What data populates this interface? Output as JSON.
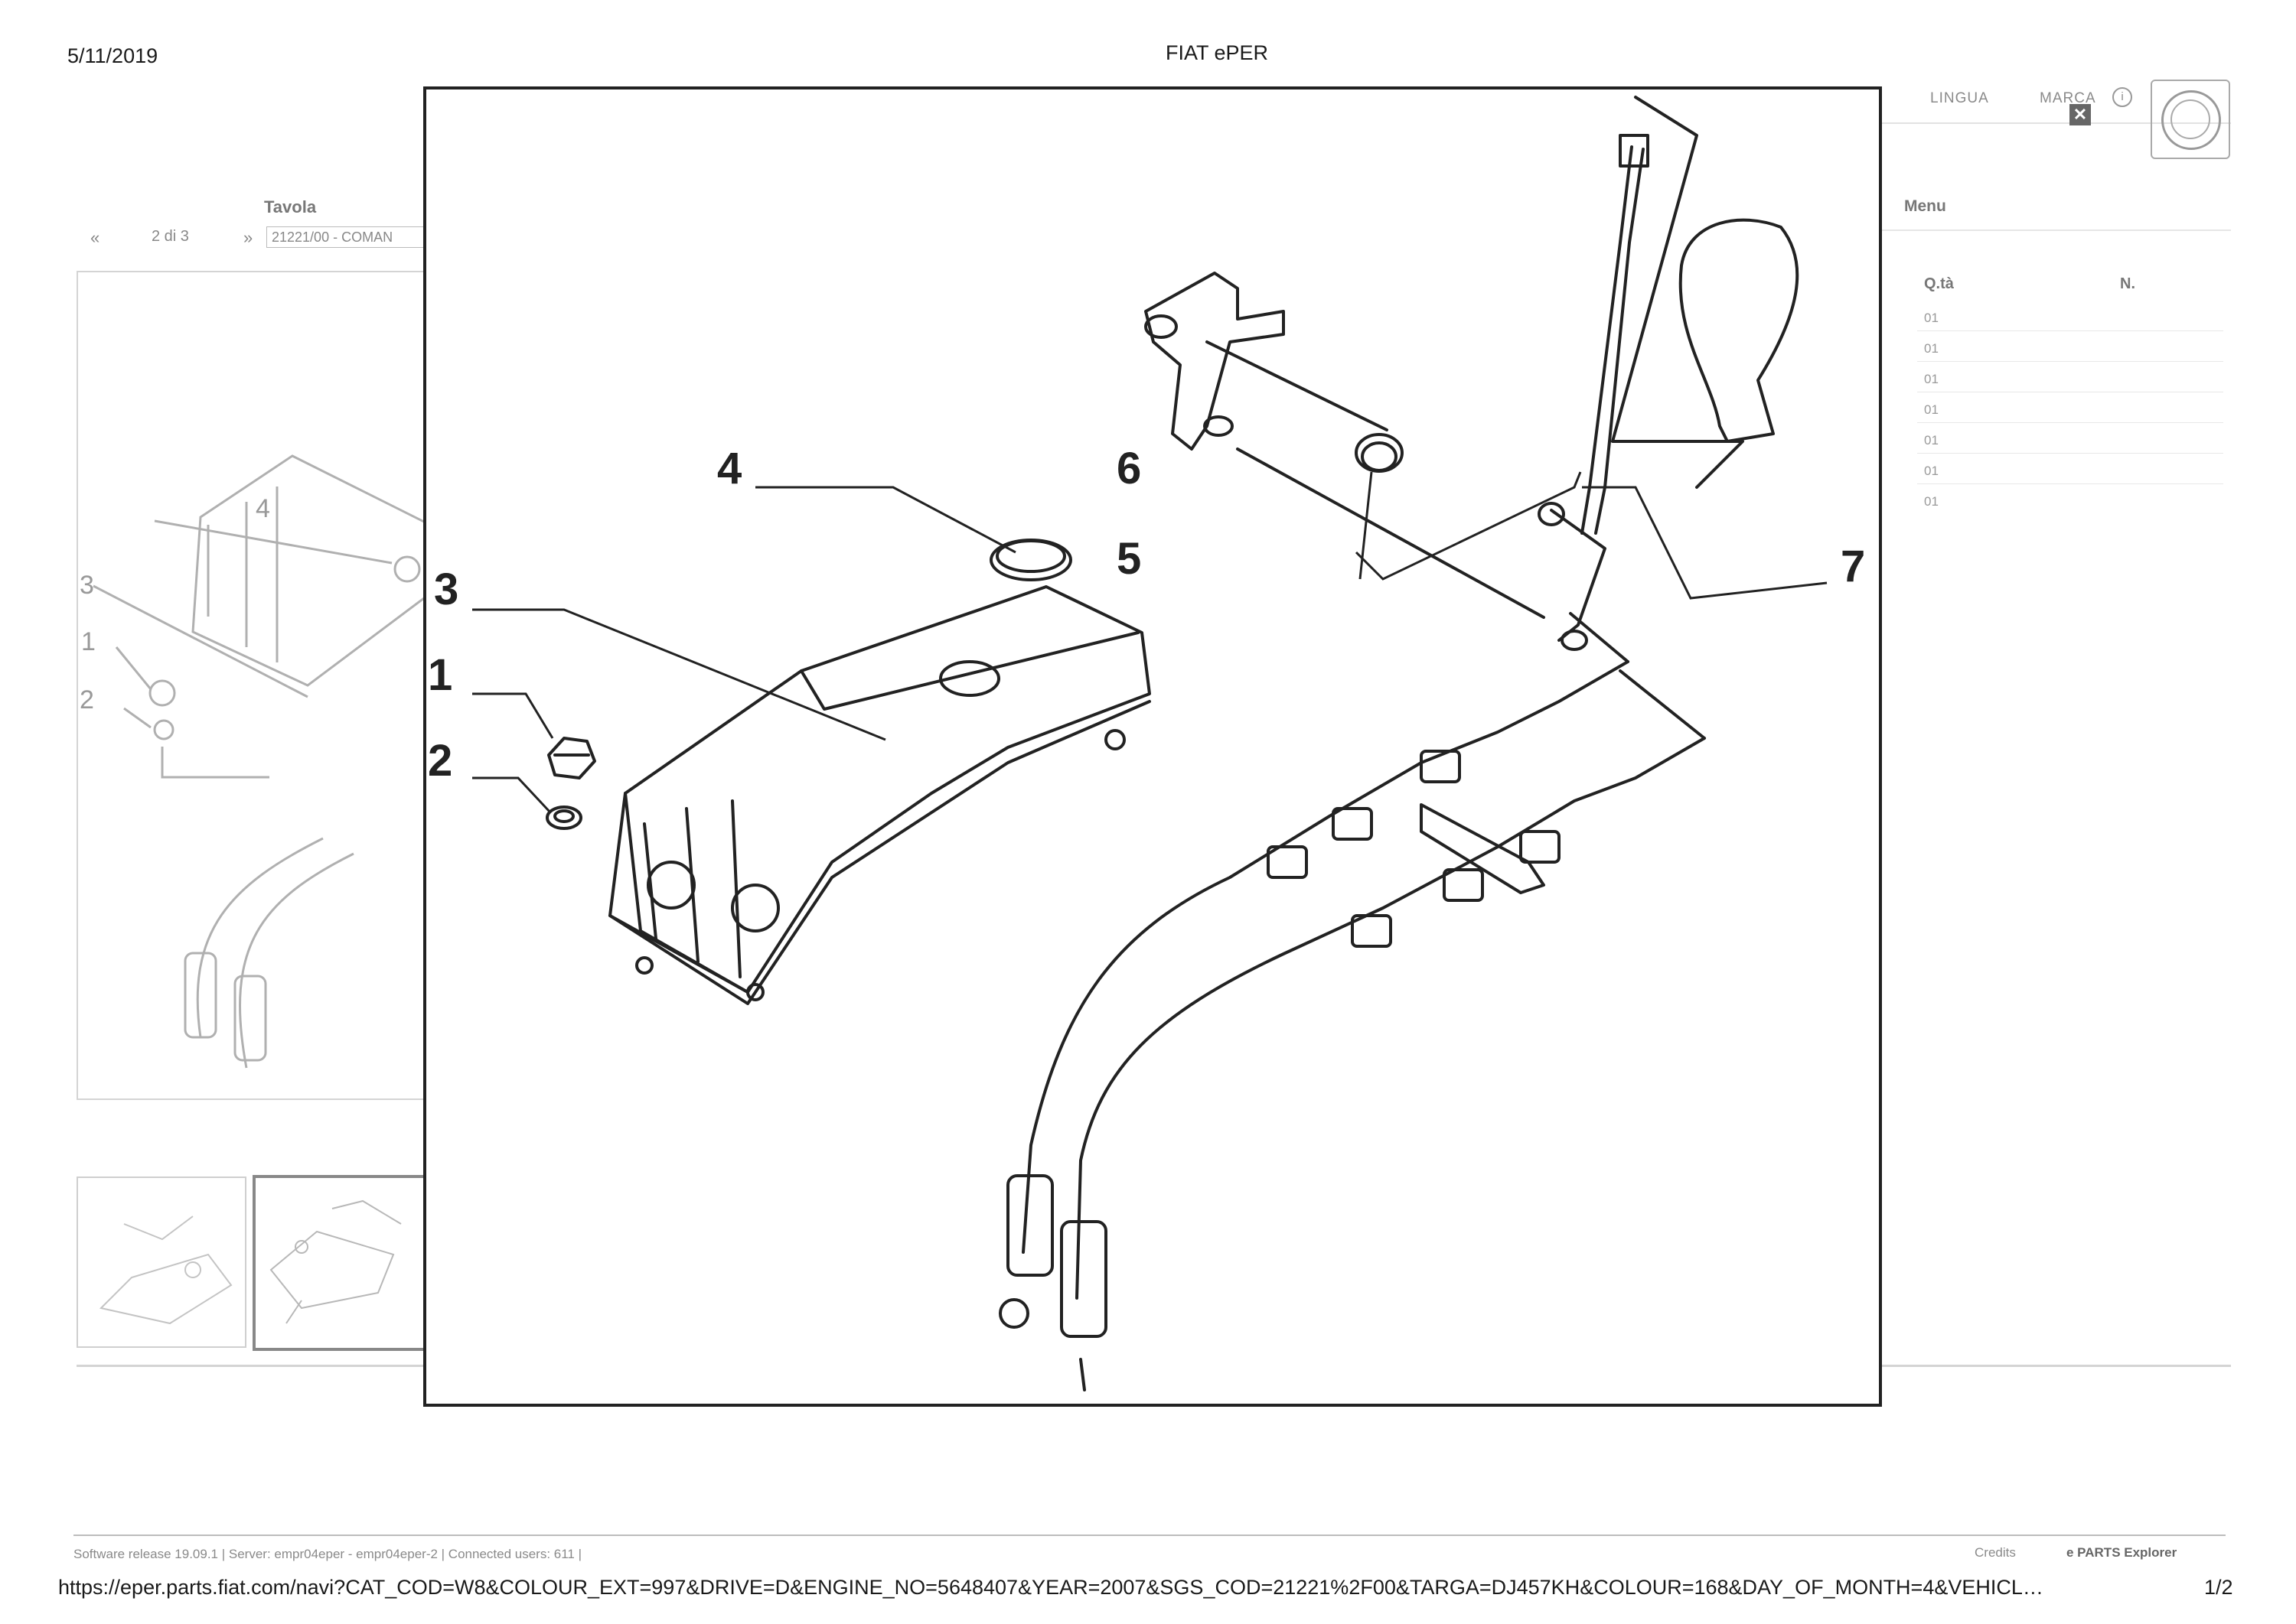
{
  "print_header": {
    "date": "5/11/2019",
    "title": "FIAT ePER"
  },
  "print_footer": {
    "url": "https://eper.parts.fiat.com/navi?CAT_COD=W8&COLOUR_EXT=997&DRIVE=D&ENGINE_NO=5648407&YEAR=2007&SGS_COD=21221%2F00&TARGA=DJ457KH&COLOUR=168&DAY_OF_MONTH=4&VEHICL…",
    "page": "1/2"
  },
  "top_bar": {
    "lingua": "LINGUA",
    "marca": "MARCA"
  },
  "tavola": {
    "label": "Tavola",
    "nav_first": "«",
    "page_indicator": "2 di 3",
    "nav_next": "»",
    "selected_table": "21221/00 - COMAN"
  },
  "menu": {
    "label": "Menu"
  },
  "parts_table": {
    "headers": {
      "qty": "Q.tà",
      "n": "N."
    },
    "qty_values": [
      "01",
      "01",
      "01",
      "01",
      "01",
      "01",
      "01"
    ]
  },
  "bg_diagram_callouts": [
    "4",
    "3",
    "1",
    "2"
  ],
  "diagram_callouts": [
    "1",
    "2",
    "3",
    "4",
    "5",
    "6",
    "7"
  ],
  "footer": {
    "status": "Software release 19.09.1 | Server: empr04eper - empr04eper-2 | Connected users: 611 |",
    "credits": "Credits",
    "explorer": "e PARTS Explorer"
  }
}
